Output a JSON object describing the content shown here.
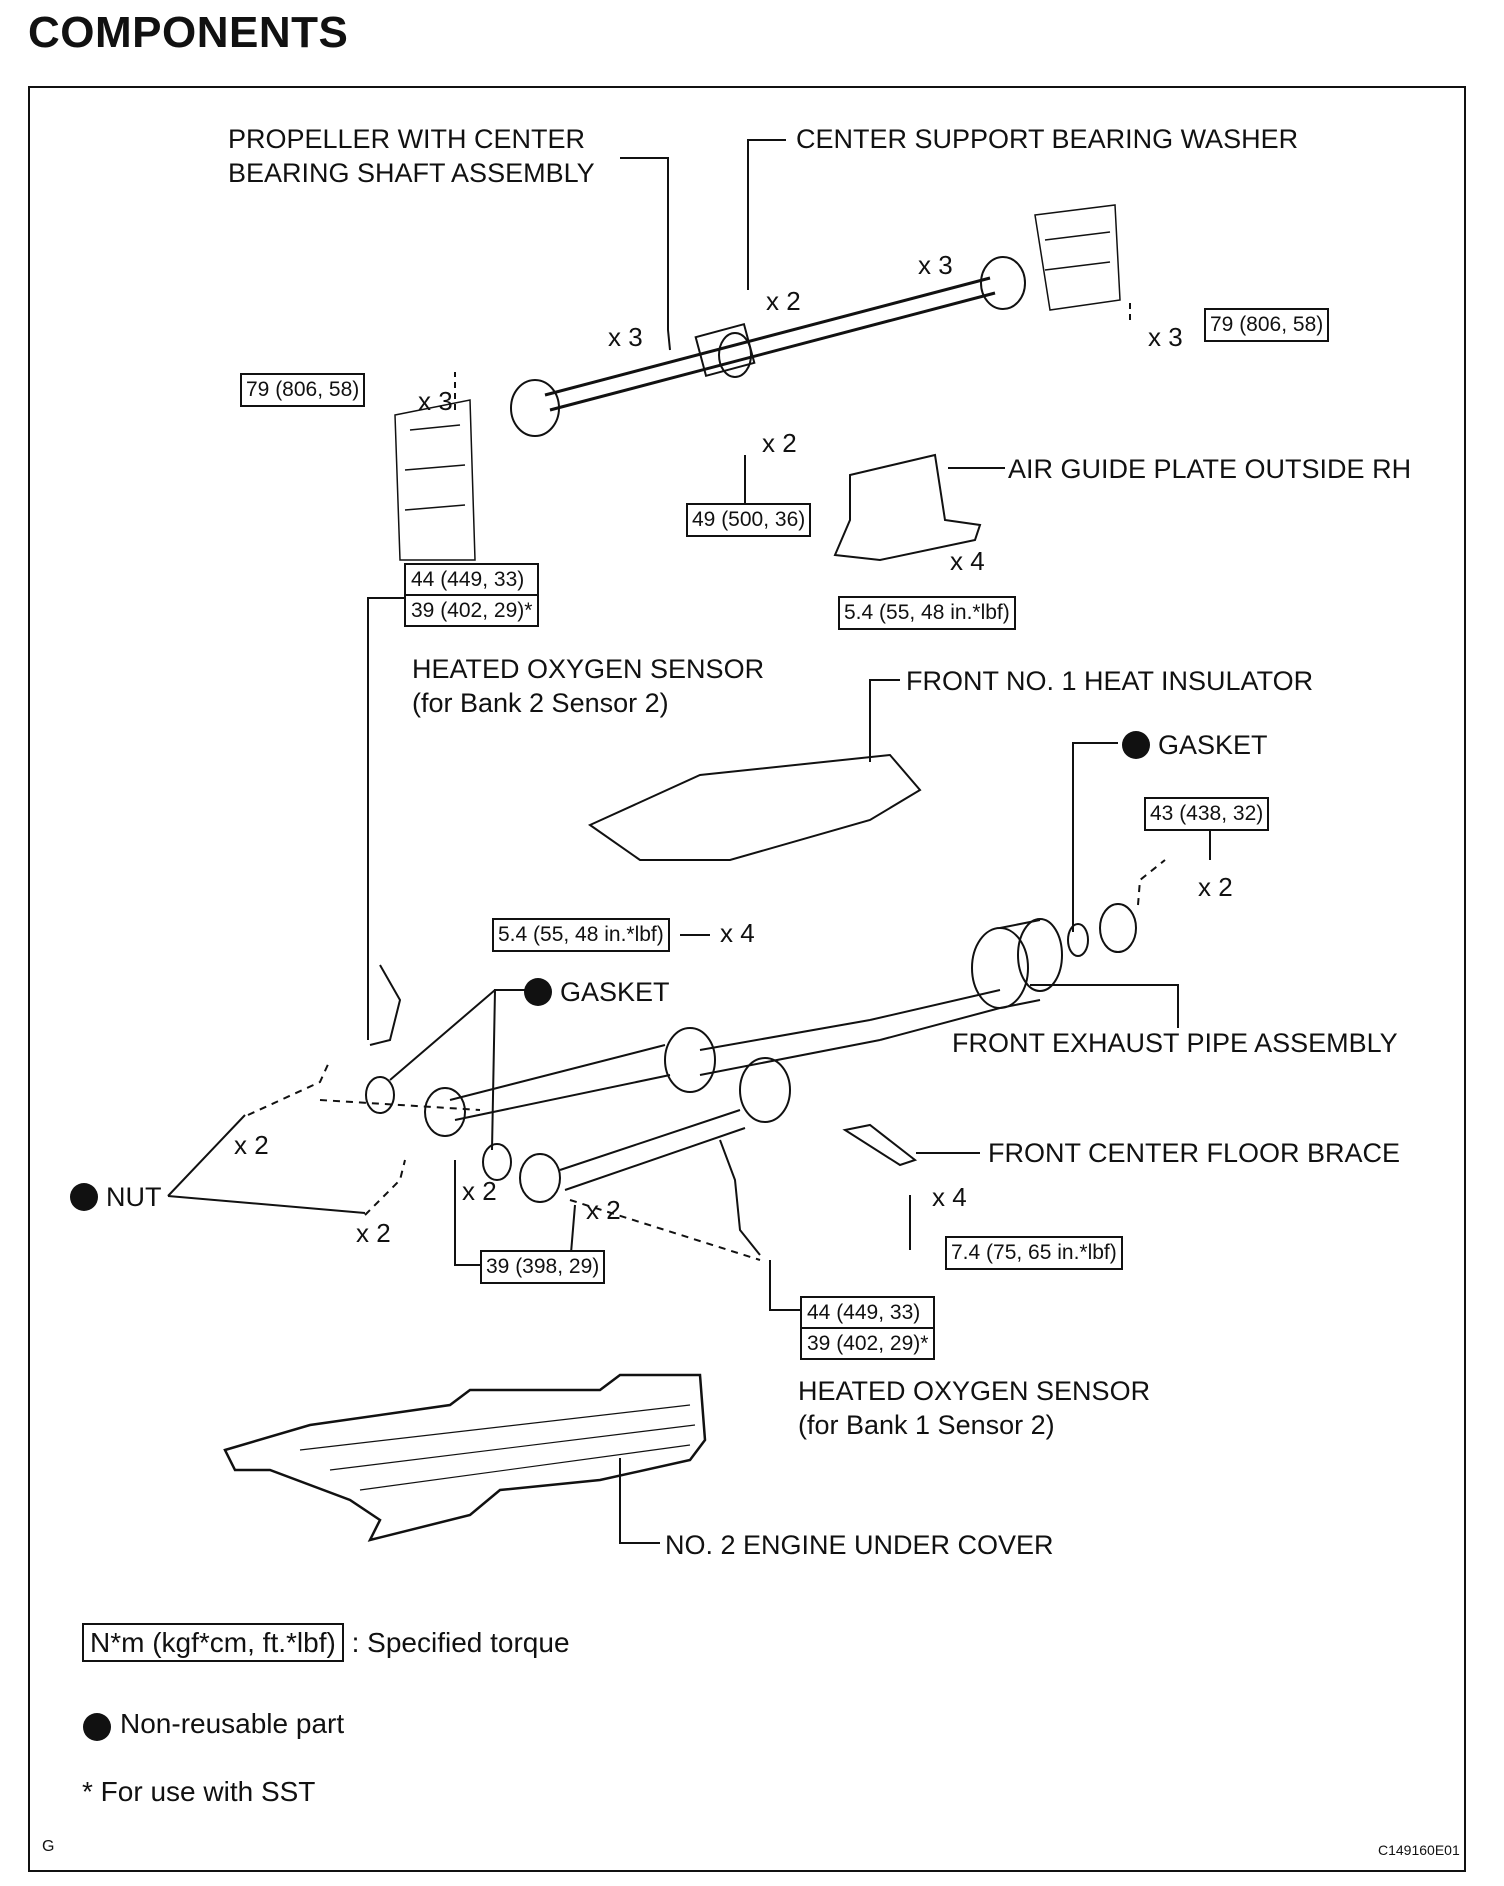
{
  "page_title": "COMPONENTS",
  "labels": {
    "propeller": "PROPELLER WITH CENTER\nBEARING SHAFT ASSEMBLY",
    "propeller_l1": "PROPELLER WITH CENTER",
    "propeller_l2": "BEARING SHAFT ASSEMBLY",
    "center_washer": "CENTER SUPPORT BEARING WASHER",
    "air_guide": "AIR GUIDE PLATE OUTSIDE RH",
    "o2_bank2_l1": "HEATED OXYGEN SENSOR",
    "o2_bank2_l2": "(for Bank 2 Sensor 2)",
    "heat_insulator": "FRONT NO. 1 HEAT INSULATOR",
    "gasket_right": "GASKET",
    "gasket_left": "GASKET",
    "front_exhaust": "FRONT EXHAUST PIPE ASSEMBLY",
    "floor_brace": "FRONT CENTER FLOOR BRACE",
    "nut": "NUT",
    "o2_bank1_l1": "HEATED OXYGEN SENSOR",
    "o2_bank1_l2": "(for Bank 1 Sensor 2)",
    "under_cover": "NO. 2 ENGINE UNDER COVER"
  },
  "torques": {
    "prop_left": "79 (806, 58)",
    "prop_right": "79 (806, 58)",
    "center_bolt": "49 (500, 36)",
    "air_guide": "5.4 (55, 48 in.*lbf)",
    "o2_bank2_a": "44 (449, 33)",
    "o2_bank2_b": "39 (402, 29)*",
    "heat_insulator": "5.4 (55, 48 in.*lbf)",
    "exhaust_bolt": "43 (438, 32)",
    "nut": "39 (398, 29)",
    "floor_brace": "7.4 (75, 65 in.*lbf)",
    "o2_bank1_a": "44 (449, 33)",
    "o2_bank1_b": "39 (402, 29)*"
  },
  "quantities": {
    "q_prop_bolt_right": "x 3",
    "q_center_washer": "x 2",
    "q_prop_bolt_left": "x 3",
    "q_prop_nut_left": "x 3",
    "q_prop_nut_right": "x 3",
    "q_center_bolt": "x 2",
    "q_air_guide": "x 4",
    "q_heat_ins": "x 4",
    "q_exhaust_bolt": "x 2",
    "q_nut_upper": "x 2",
    "q_nut_lower": "x 2",
    "q_gasket_mid": "x 2",
    "q_pipe_bolt": "x 2",
    "q_floor_brace": "x 4"
  },
  "legend": {
    "torque_box": "N*m (kgf*cm, ft.*lbf)",
    "torque_text": ": Specified torque",
    "nonreusable_text": "Non-reusable part",
    "sst_text": "* For use with SST"
  },
  "footer": {
    "left_code": "G",
    "right_code": "C149160E01"
  }
}
